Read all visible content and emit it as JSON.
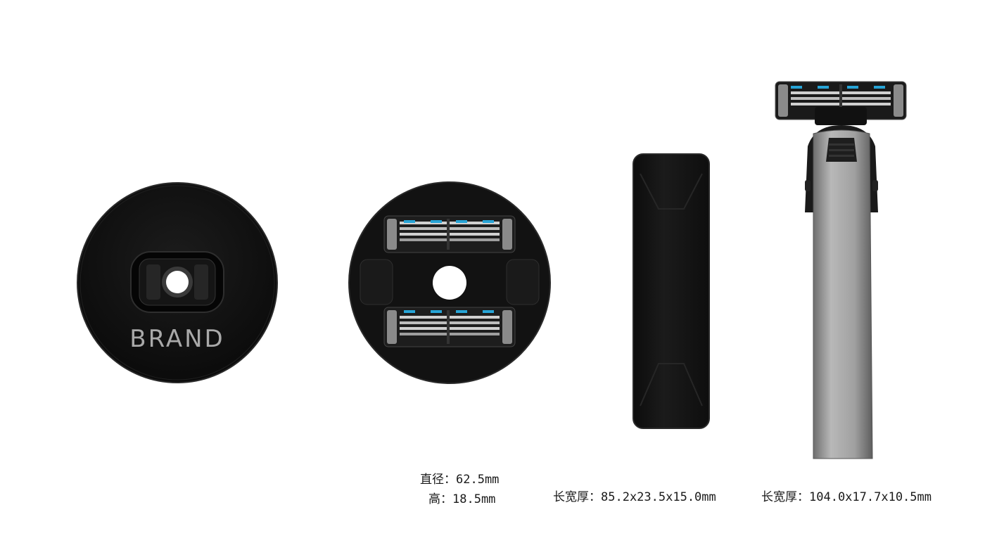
{
  "brand": "BRAND",
  "captions": {
    "diameter": "直径：62.5mm",
    "height": "高：18.5mm",
    "case_dims": "长宽厚：85.2x23.5x15.0mm",
    "razor_dims": "长宽厚：104.0x17.7x10.5mm"
  },
  "colors": {
    "body_black": "#121212",
    "blade_accent": "#27a4d6",
    "handle_silver": "#a3a3a3"
  }
}
